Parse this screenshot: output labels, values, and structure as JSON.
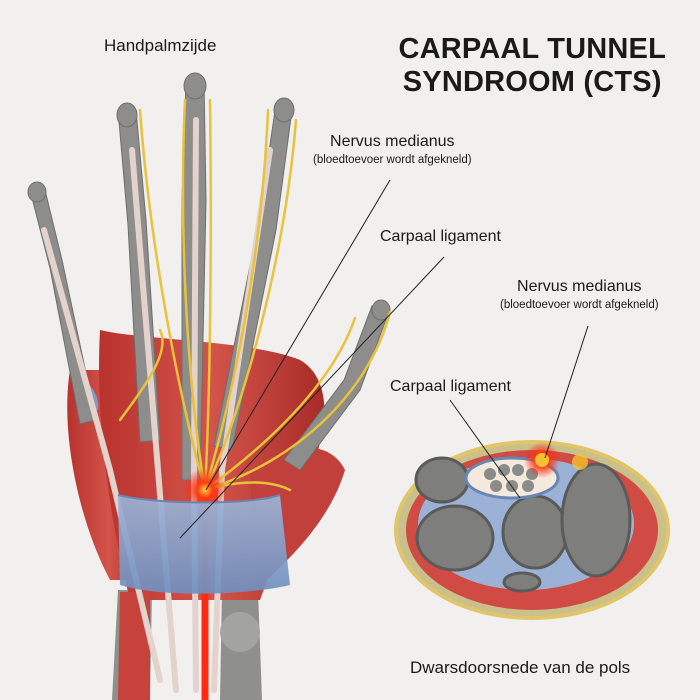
{
  "title": {
    "line1": "CARPAAL TUNNEL",
    "line2": "SYNDROOM (CTS)"
  },
  "hand_view_label": "Handpalmzijde",
  "labels": {
    "median_nerve_top": {
      "name": "Nervus medianus",
      "note": "(bloedtoevoer wordt afgekneld)"
    },
    "ligament_top": "Carpaal ligament",
    "median_nerve_section": {
      "name": "Nervus medianus",
      "note": "(bloedtoevoer wordt afgekneld)"
    },
    "ligament_section": "Carpaal ligament"
  },
  "cross_section_caption": "Dwarsdoorsnede van de pols",
  "colors": {
    "background": "#f1f0ef",
    "muscle": "#c8423c",
    "ligament": "#8fa9cf",
    "nerve": "#e7c23a",
    "bone": "#9a9a98",
    "inflammation": "#ff2a10",
    "leader_line": "#222222"
  }
}
